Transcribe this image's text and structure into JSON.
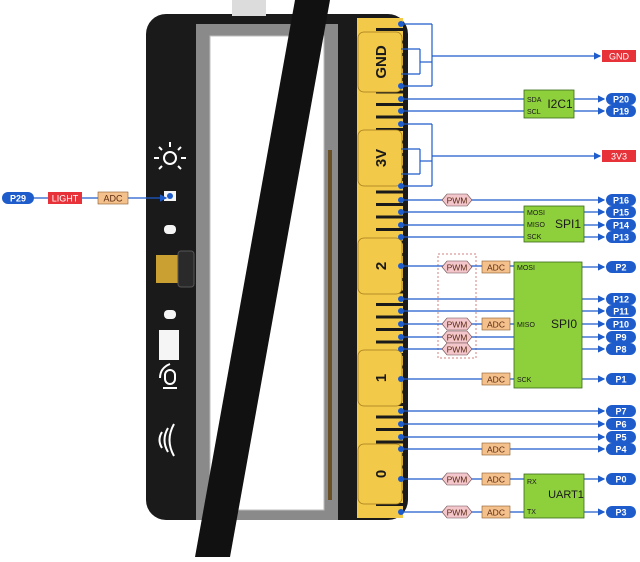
{
  "board": {
    "pads": [
      {
        "id": "gnd",
        "label": "GND"
      },
      {
        "id": "3v",
        "label": "3V"
      },
      {
        "id": "2",
        "label": "2"
      },
      {
        "id": "1",
        "label": "1"
      },
      {
        "id": "0",
        "label": "0"
      }
    ]
  },
  "power": {
    "gnd": "GND",
    "v33": "3V3"
  },
  "sensor": {
    "pin": "P29",
    "light": "LIGHT",
    "adc": "ADC"
  },
  "blocks": {
    "i2c1": {
      "title": "I2C1",
      "sda": "SDA",
      "scl": "SCL"
    },
    "spi1": {
      "title": "SPI1",
      "mosi": "MOSI",
      "miso": "MISO",
      "sck": "SCK"
    },
    "spi0": {
      "title": "SPI0",
      "mosi": "MOSI",
      "miso": "MISO",
      "sck": "SCK"
    },
    "uart1": {
      "title": "UART1",
      "rx": "RX",
      "tx": "TX"
    }
  },
  "tags": {
    "pwm": "PWM",
    "adc": "ADC"
  },
  "pins": [
    "P20",
    "P19",
    "P16",
    "P15",
    "P14",
    "P13",
    "P2",
    "P12",
    "P11",
    "P10",
    "P9",
    "P8",
    "P1",
    "P7",
    "P6",
    "P5",
    "P4",
    "P0",
    "P3"
  ],
  "colors": {
    "pin_blue": "#1e5ccc",
    "power_red": "#e8323a",
    "block_green": "#8ecf3c",
    "tag_orange": "#f4c08c",
    "tag_pink": "#f3c6cc",
    "gold": "#f3c94a",
    "board_black": "#1a1a1a"
  }
}
